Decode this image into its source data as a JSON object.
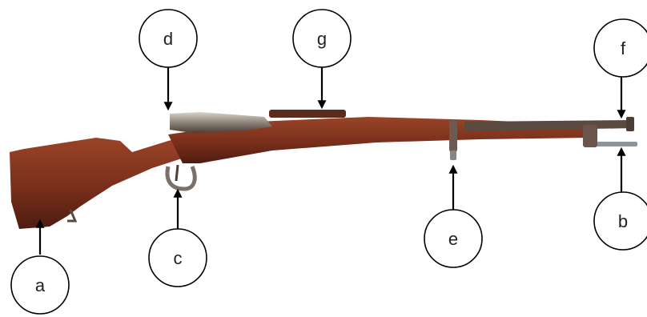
{
  "diagram": {
    "callouts": [
      {
        "id": "a",
        "label": "a"
      },
      {
        "id": "b",
        "label": "b"
      },
      {
        "id": "c",
        "label": "c"
      },
      {
        "id": "d",
        "label": "d"
      },
      {
        "id": "e",
        "label": "e"
      },
      {
        "id": "f",
        "label": "f"
      },
      {
        "id": "g",
        "label": "g"
      }
    ]
  },
  "colors": {
    "wood_light": "#8a3a22",
    "wood_dark": "#5a2214",
    "metal": "#6b5a4c",
    "metal_light": "#b8b2a8",
    "ink": "#000000"
  }
}
